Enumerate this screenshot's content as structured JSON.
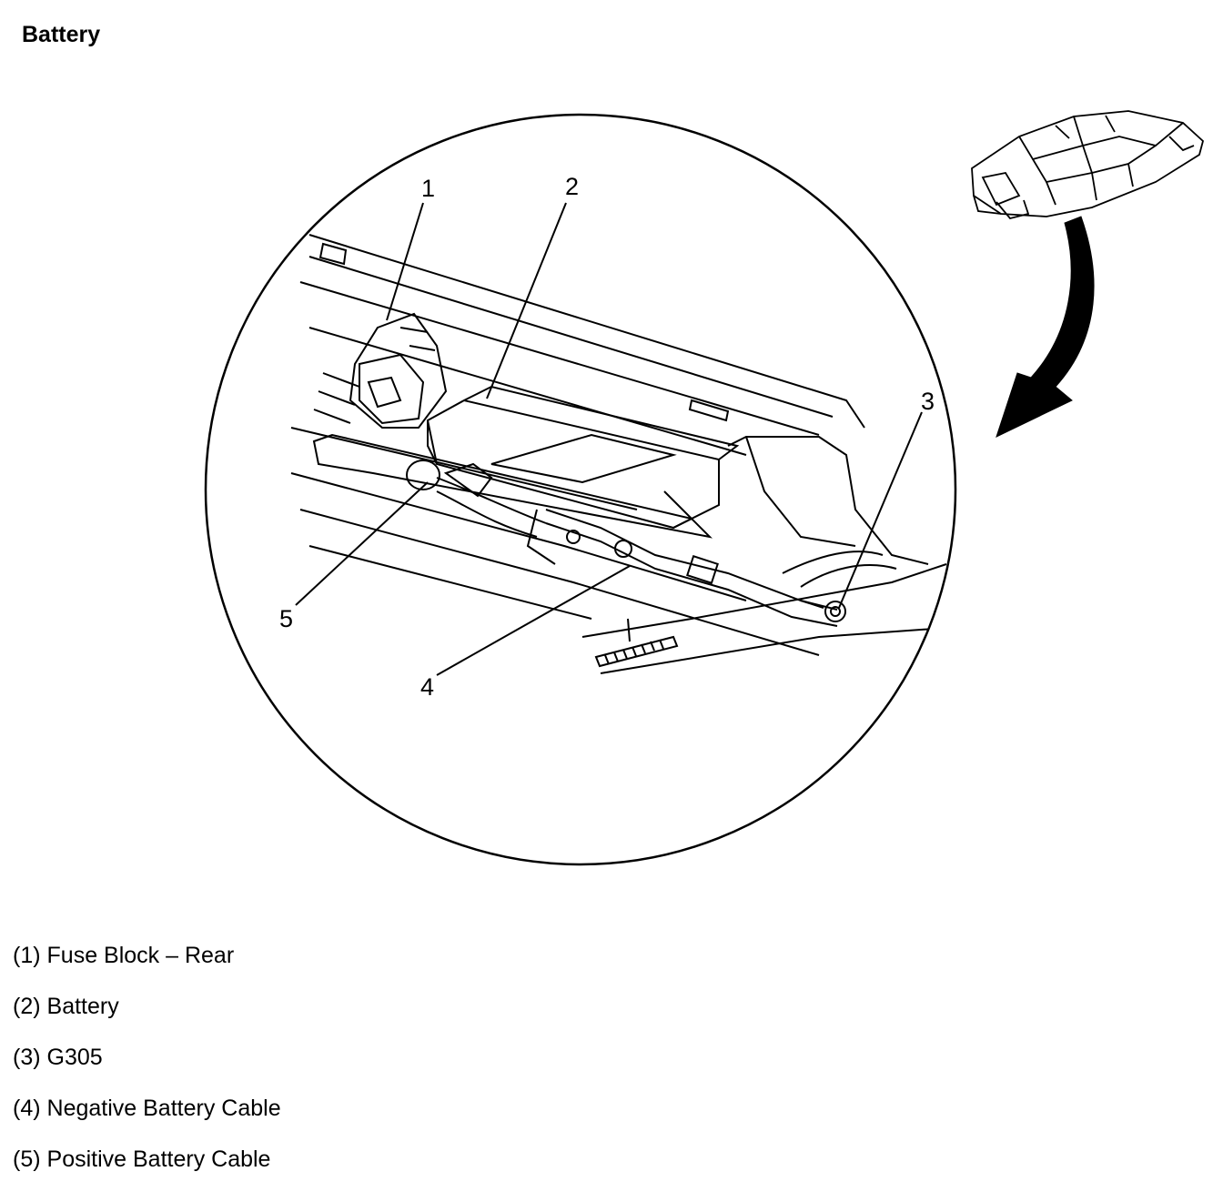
{
  "title": "Battery",
  "callouts": [
    "1",
    "2",
    "3",
    "4",
    "5"
  ],
  "legend": [
    {
      "number": "(1)",
      "label": "Fuse Block – Rear"
    },
    {
      "number": "(2)",
      "label": "Battery"
    },
    {
      "number": "(3)",
      "label": "G305"
    },
    {
      "number": "(4)",
      "label": "Negative Battery Cable"
    },
    {
      "number": "(5)",
      "label": "Positive Battery Cable"
    }
  ],
  "colors": {
    "ink": "#000000",
    "paper": "#ffffff"
  }
}
